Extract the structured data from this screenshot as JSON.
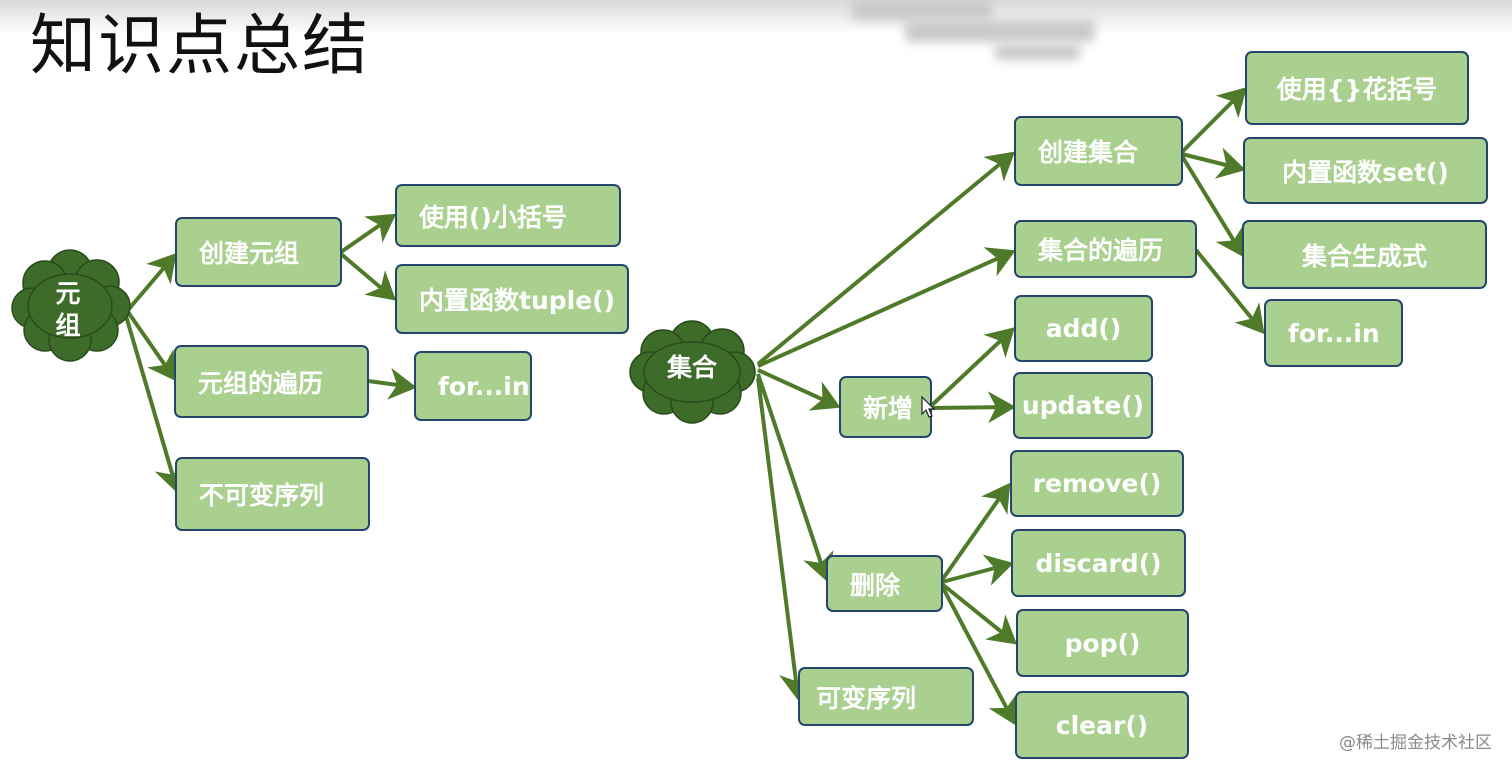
{
  "slide": {
    "title": "知识点总结",
    "watermark": "@稀土掘金技术社区"
  },
  "colors": {
    "box_fill": "#a9d08e",
    "box_border": "#24456e",
    "arrow": "#4f7a2a",
    "cloud": "#3d6b2a"
  },
  "tuple": {
    "root": [
      "元",
      "组"
    ],
    "create": "创建元组",
    "create_paren": "使用()小括号",
    "create_builtin": "内置函数tuple()",
    "traverse": "元组的遍历",
    "traverse_for": "for...in",
    "immutable": "不可变序列"
  },
  "set": {
    "root": "集合",
    "create": "创建集合",
    "create_brace": "使用{}花括号",
    "create_builtin": "内置函数set()",
    "create_comprehension": "集合生成式",
    "traverse": "集合的遍历",
    "traverse_for": "for...in",
    "add": "新增",
    "add_method": "add()",
    "update_method": "update()",
    "delete": "删除",
    "remove_method": "remove()",
    "discard_method": "discard()",
    "pop_method": "pop()",
    "clear_method": "clear()",
    "mutable": "可变序列"
  }
}
